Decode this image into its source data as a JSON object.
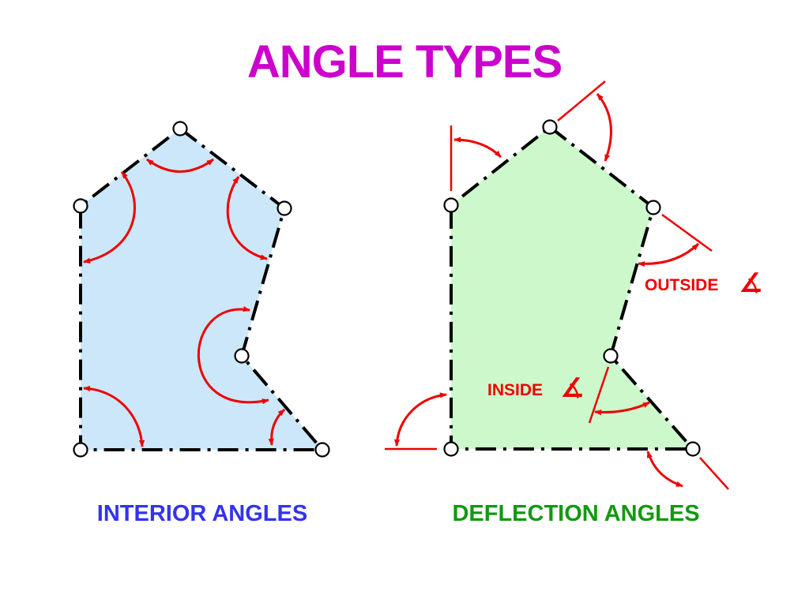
{
  "title": "ANGLE TYPES",
  "interior_caption": "INTERIOR ANGLES",
  "deflection_caption": "DEFLECTION ANGLES",
  "outside_label": "OUTSIDE",
  "inside_label": "INSIDE",
  "angle_symbol": "∡",
  "colors": {
    "title": "#cc00cc",
    "interior_caption": "#3333ee",
    "deflection_caption": "#119911",
    "arrow": "#ee0000",
    "interior_fill": "#cce7f9",
    "deflection_fill": "#ccf8cc"
  }
}
